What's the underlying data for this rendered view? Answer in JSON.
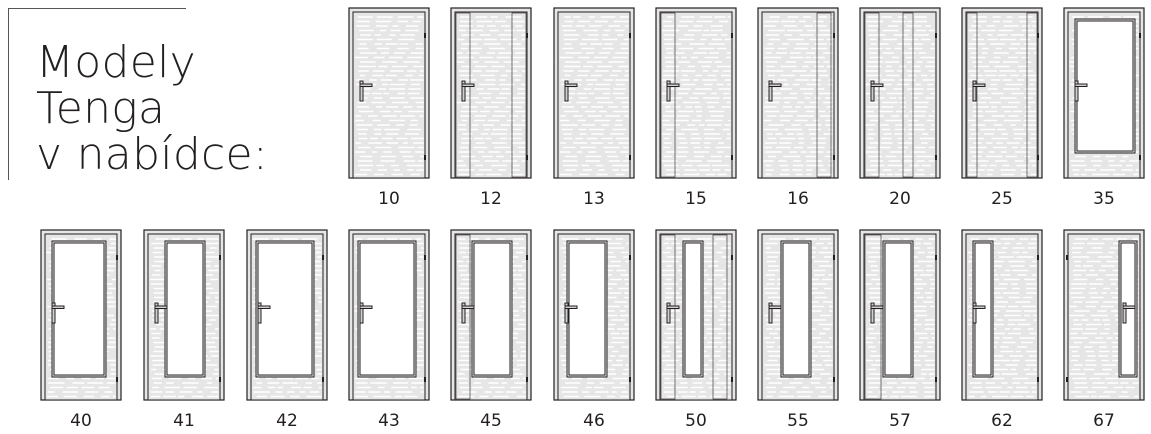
{
  "heading": {
    "line1": "Modely",
    "line2": "Tenga",
    "line3": "v nabídce:"
  },
  "models": [
    {
      "number": "10",
      "variant": "full-plain"
    },
    {
      "number": "12",
      "variant": "full-side-bands"
    },
    {
      "number": "13",
      "variant": "full-dense"
    },
    {
      "number": "15",
      "variant": "full-left-band"
    },
    {
      "number": "16",
      "variant": "full-right-band"
    },
    {
      "number": "20",
      "variant": "full-two-bands"
    },
    {
      "number": "25",
      "variant": "full-frame-bands"
    },
    {
      "number": "35",
      "variant": "glass-wide-top"
    },
    {
      "number": "40",
      "variant": "glass-wide"
    },
    {
      "number": "41",
      "variant": "glass-medium"
    },
    {
      "number": "42",
      "variant": "glass-large"
    },
    {
      "number": "43",
      "variant": "glass-large-left"
    },
    {
      "number": "45",
      "variant": "glass-medium-banded"
    },
    {
      "number": "46",
      "variant": "glass-medium-left"
    },
    {
      "number": "50",
      "variant": "glass-narrow"
    },
    {
      "number": "55",
      "variant": "glass-slim"
    },
    {
      "number": "57",
      "variant": "glass-slim-right"
    },
    {
      "number": "62",
      "variant": "glass-narrow-left"
    },
    {
      "number": "67",
      "variant": "glass-narrow-right"
    }
  ],
  "colors": {
    "door_fill": "#e6e6e6",
    "frame_stroke": "#231f20",
    "grain": "#ffffff",
    "glass": "#ffffff"
  }
}
